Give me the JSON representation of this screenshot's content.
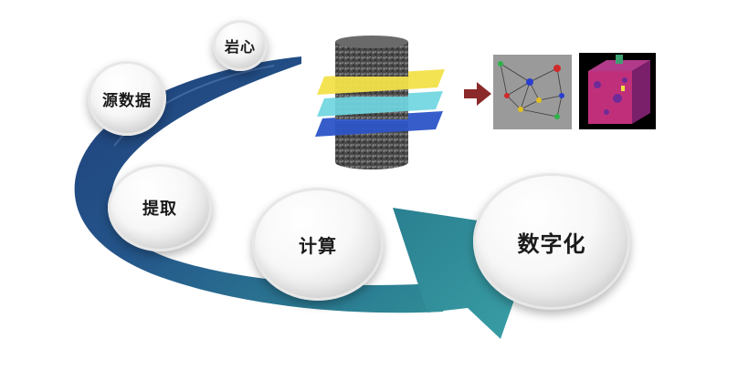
{
  "diagram": {
    "nodes": [
      {
        "id": "yanxin",
        "label": "岩心"
      },
      {
        "id": "yuanshuju",
        "label": "源数据"
      },
      {
        "id": "tiqu",
        "label": "提取"
      },
      {
        "id": "jisuan",
        "label": "计算"
      },
      {
        "id": "shuzihua",
        "label": "数字化"
      }
    ],
    "colors": {
      "swoosh_dark": "#1f3f7a",
      "swoosh_mid": "#2a6e8a",
      "swoosh_teal": "#2f8e96",
      "arrow_red": "#8b2a2a",
      "plane_yellow": "#f2e14a",
      "plane_cyan": "#6fd6e0",
      "plane_blue": "#2c54c8"
    },
    "images": {
      "core_sample": "rock-core-cylinder",
      "pore_network": "pore-network-model",
      "pore_volume": "pore-volume-cube"
    }
  }
}
